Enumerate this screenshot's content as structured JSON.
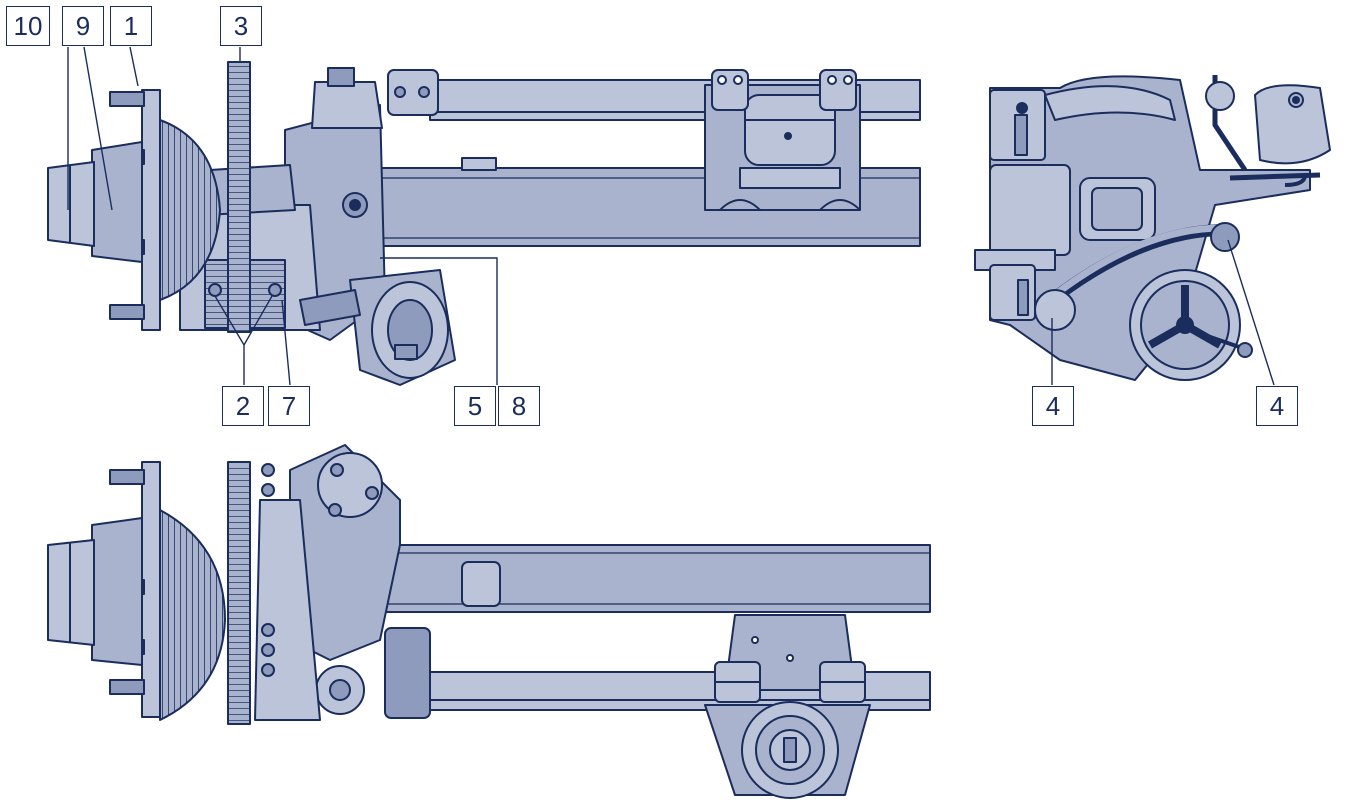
{
  "colors": {
    "fill": "#a9b3ce",
    "fill_light": "#bcc4da",
    "fill_dark": "#8f9bbd",
    "stroke": "#1a2d5c",
    "shadow": "#24386a"
  },
  "callouts": {
    "c10": "10",
    "c9": "9",
    "c1": "1",
    "c3": "3",
    "c2": "2",
    "c7": "7",
    "c5": "5",
    "c8": "8",
    "c4_left": "4",
    "c4_right": "4"
  }
}
